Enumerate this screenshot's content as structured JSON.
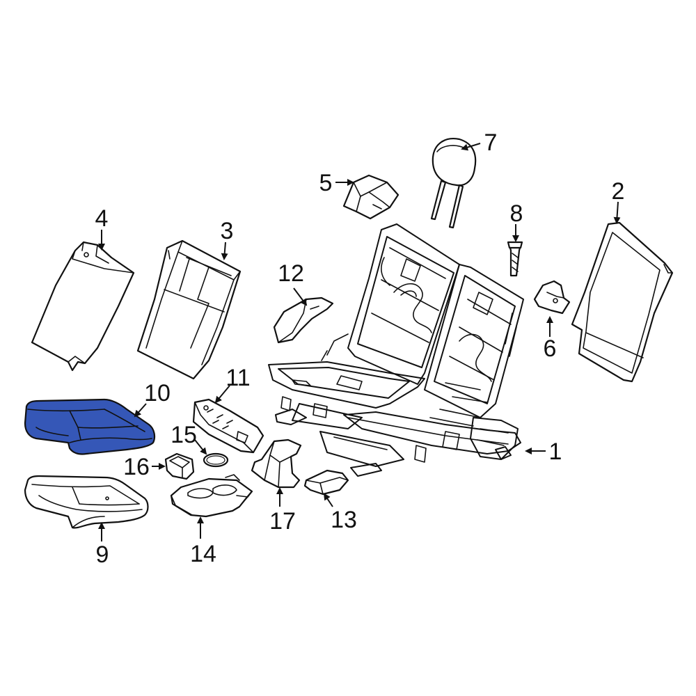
{
  "colors": {
    "highlight": "#3557b7",
    "line": "#111111",
    "background": "#ffffff"
  },
  "selected_part": "10",
  "callouts": {
    "p1": "1",
    "p2": "2",
    "p3": "3",
    "p4": "4",
    "p5": "5",
    "p6": "6",
    "p7": "7",
    "p8": "8",
    "p9": "9",
    "p10": "10",
    "p11": "11",
    "p12": "12",
    "p13": "13",
    "p14": "14",
    "p15": "15",
    "p16": "16",
    "p17": "17"
  }
}
